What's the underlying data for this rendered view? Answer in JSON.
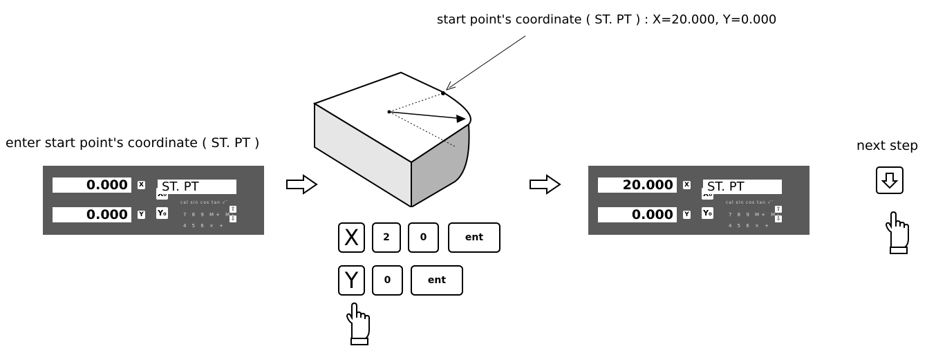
{
  "top_annotation": "start point's coordinate ( ST. PT ) : X=20.000, Y=0.000",
  "left_caption": "enter start point's coordinate ( ST. PT )",
  "right_caption": "next step",
  "panel_left": {
    "x_value": "0.000",
    "y_value": "0.000",
    "x_tag": "X",
    "y_tag": "Y",
    "x_button": "X₀",
    "y_button": "Y₀",
    "message": "ST. PT",
    "mini_row1": "cal sin cos tan √¯",
    "mini_row2": "7 8 9 M+ M-",
    "mini_row3": "4 5 6 × +"
  },
  "panel_right": {
    "x_value": "20.000",
    "y_value": "0.000",
    "x_tag": "X",
    "y_tag": "Y",
    "x_button": "X₀",
    "y_button": "Y₀",
    "message": "ST. PT",
    "mini_row1": "cal sin cos tan √¯",
    "mini_row2": "7 8 9 M+ M-",
    "mini_row3": "4 5 6 × +"
  },
  "keys_row1": {
    "k1": "X",
    "k2": "2",
    "k3": "0",
    "k4": "ent"
  },
  "keys_row2": {
    "k1": "Y",
    "k2": "0",
    "k3": "ent"
  },
  "icons": {
    "flow_arrow": "hollow-right-arrow-icon",
    "pointer": "pointing-hand-icon",
    "down_key": "down-arrow-icon"
  }
}
